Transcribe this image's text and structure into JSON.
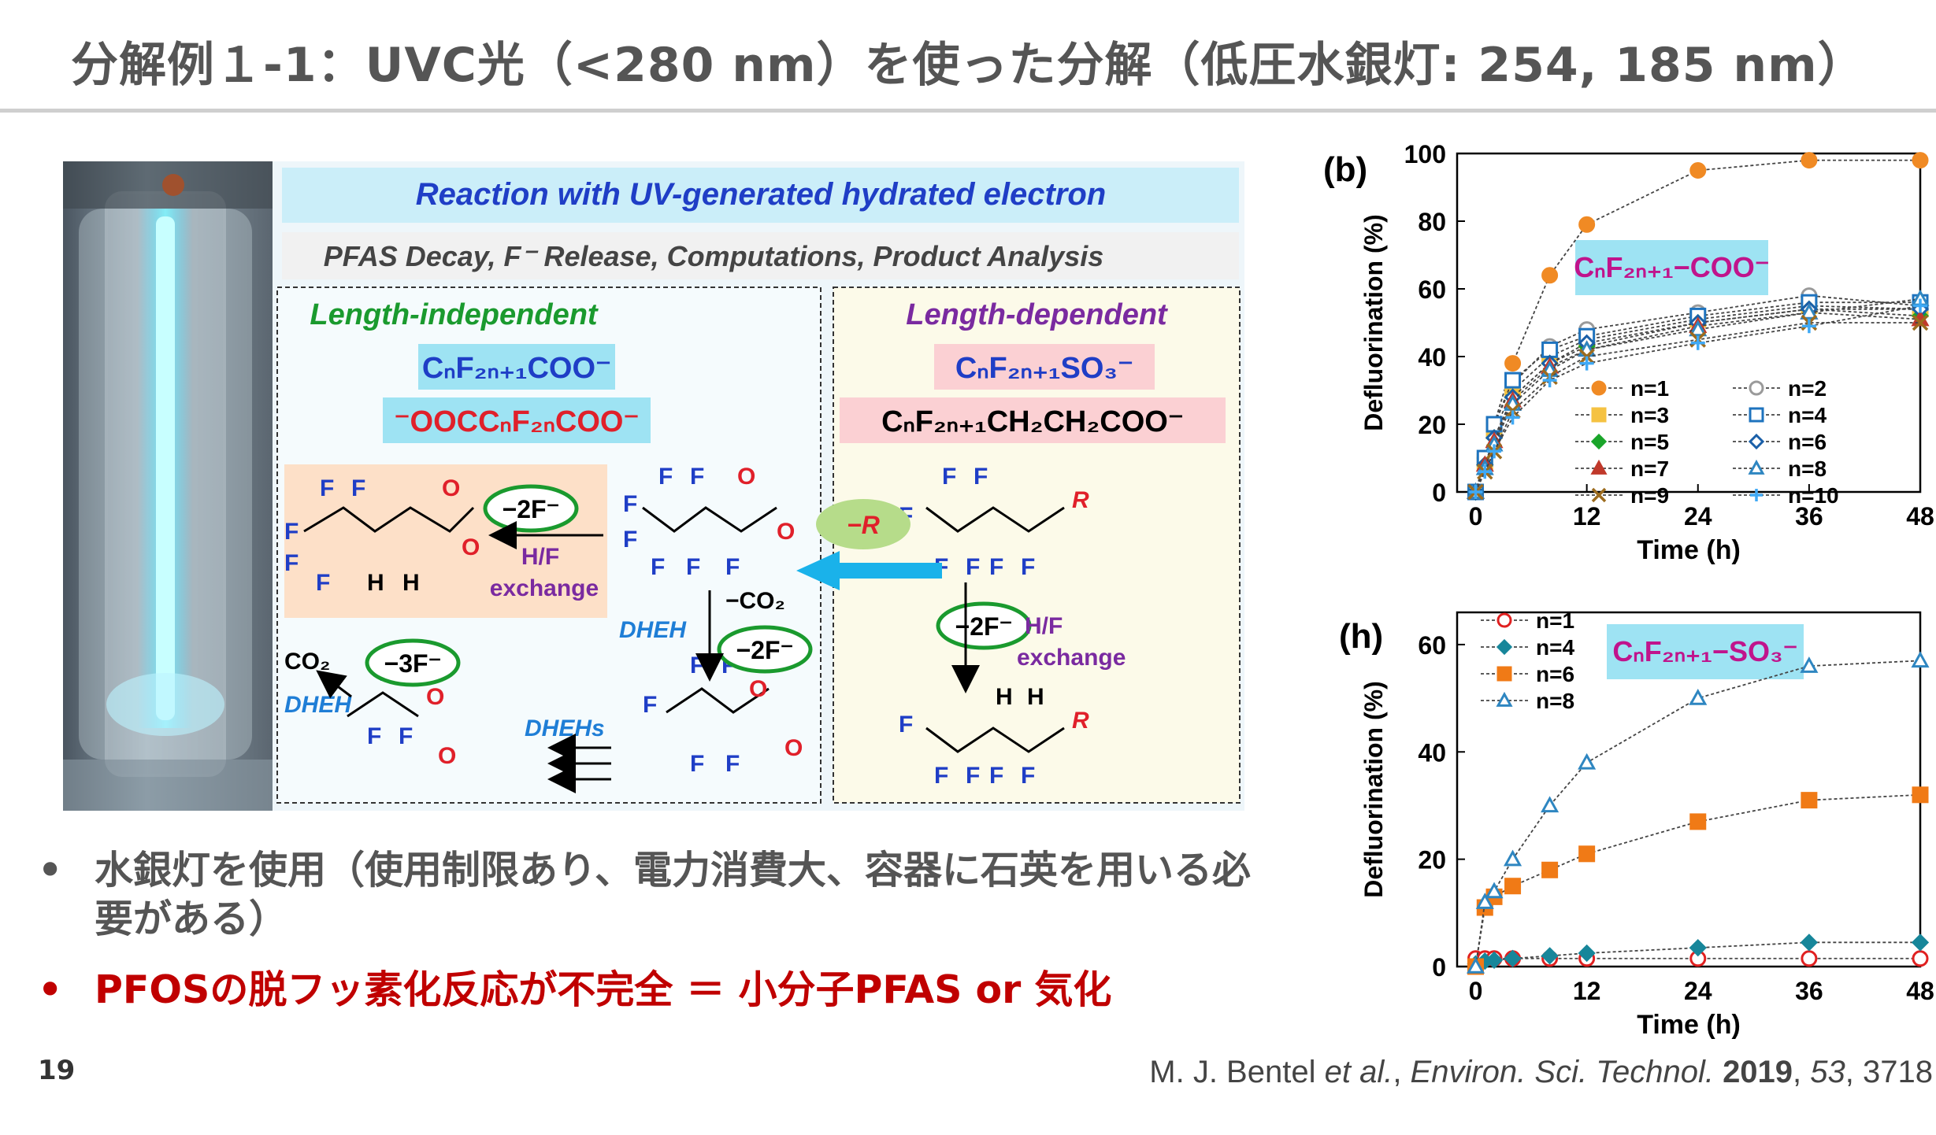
{
  "title": "分解例１-1：UVC光（<280 nm）を使った分解（低圧水銀灯: 254, 185 nm）",
  "scheme": {
    "header": "Reaction with UV-generated hydrated electron",
    "subheader": "PFAS Decay, F⁻ Release, Computations, Product Analysis",
    "left_title": "Length-independent",
    "left_formula1": "CₙF₂ₙ₊₁COO⁻",
    "left_formula2": "⁻OOCCₙF₂ₙCOO⁻",
    "right_title": "Length-dependent",
    "right_formula1": "CₙF₂ₙ₊₁SO₃⁻",
    "right_formula2": "CₙF₂ₙ₊₁CH₂CH₂COO⁻",
    "minus2f": "−2F⁻",
    "minus3f": "−3F⁻",
    "hf_exchange_1": "H/F",
    "hf_exchange_2": "exchange",
    "minus_r": "−R",
    "co2_loss": "−CO₂",
    "dheh": "DHEH",
    "dhehs": "DHEHs",
    "co2": "CO₂"
  },
  "bullets": [
    "水銀灯を使用（使用制限あり、電力消費大、容器に石英を用いる必要がある）",
    "PFOSの脱フッ素化反応が不完全 ＝ 小分子PFAS or 気化"
  ],
  "bullet_mark": "•",
  "page_number": "19",
  "citation": {
    "authors": "M. J. Bentel ",
    "etal": "et al.",
    "journal": "Environ. Sci. Technol.",
    "year": "2019",
    "volume": "53",
    "page": "3718"
  },
  "colors": {
    "accent_red": "#c00000",
    "header_blue": "#1f3ec6",
    "cyan_box": "#9ee3f3",
    "green": "#1a9a2e",
    "purple": "#7a2aa0"
  },
  "chart_data": [
    {
      "panel": "(b)",
      "type": "scatter",
      "inset_label": "CₙF₂ₙ₊₁−COO⁻",
      "xlabel": "Time (h)",
      "ylabel": "Defluorination (%)",
      "xlim": [
        -2,
        48
      ],
      "ylim": [
        0,
        100
      ],
      "xticks": [
        0,
        12,
        24,
        36,
        48
      ],
      "yticks": [
        0,
        20,
        40,
        60,
        80,
        100
      ],
      "x": [
        0,
        1,
        2,
        4,
        8,
        12,
        24,
        36,
        48
      ],
      "legend_placement": "lower-right",
      "series": [
        {
          "name": "n=1",
          "color": "#f08a24",
          "marker": "circle-filled",
          "values": [
            0,
            10,
            20,
            38,
            64,
            79,
            95,
            98,
            98
          ]
        },
        {
          "name": "n=2",
          "color": "#9a9a9a",
          "marker": "circle-open",
          "values": [
            0,
            10,
            20,
            32,
            43,
            48,
            53,
            58,
            55
          ]
        },
        {
          "name": "n=3",
          "color": "#f5c242",
          "marker": "square-filled",
          "values": [
            0,
            9,
            18,
            30,
            40,
            45,
            51,
            55,
            54
          ]
        },
        {
          "name": "n=4",
          "color": "#1e73be",
          "marker": "square-open",
          "values": [
            0,
            10,
            20,
            33,
            42,
            46,
            52,
            56,
            56
          ]
        },
        {
          "name": "n=5",
          "color": "#1aa52a",
          "marker": "diamond-filled",
          "values": [
            0,
            8,
            16,
            28,
            38,
            43,
            50,
            54,
            52
          ]
        },
        {
          "name": "n=6",
          "color": "#1a5fa8",
          "marker": "diamond-open",
          "values": [
            0,
            8,
            16,
            28,
            38,
            44,
            50,
            54,
            54
          ]
        },
        {
          "name": "n=7",
          "color": "#c0392b",
          "marker": "triangle-filled",
          "values": [
            0,
            8,
            15,
            27,
            37,
            42,
            49,
            53,
            51
          ]
        },
        {
          "name": "n=8",
          "color": "#2e86c1",
          "marker": "triangle-open",
          "values": [
            0,
            7,
            14,
            26,
            36,
            42,
            48,
            53,
            57
          ]
        },
        {
          "name": "n=9",
          "color": "#9c6b1e",
          "marker": "x",
          "values": [
            0,
            6,
            12,
            24,
            34,
            40,
            45,
            50,
            50
          ]
        },
        {
          "name": "n=10",
          "color": "#3fa9f5",
          "marker": "plus",
          "values": [
            0,
            6,
            12,
            22,
            33,
            38,
            44,
            49,
            55
          ]
        }
      ]
    },
    {
      "panel": "(h)",
      "type": "scatter",
      "inset_label": "CₙF₂ₙ₊₁−SO₃⁻",
      "xlabel": "Time (h)",
      "ylabel": "Defluorination (%)",
      "xlim": [
        -2,
        48
      ],
      "ylim": [
        0,
        66
      ],
      "xticks": [
        0,
        12,
        24,
        36,
        48
      ],
      "yticks": [
        0,
        20,
        40,
        60
      ],
      "x": [
        0,
        1,
        2,
        4,
        8,
        12,
        24,
        36,
        48
      ],
      "legend_placement": "upper-left",
      "series": [
        {
          "name": "n=1",
          "color": "#e02020",
          "marker": "circle-open",
          "values": [
            1.5,
            1.5,
            1.5,
            1.5,
            1.5,
            1.5,
            1.5,
            1.5,
            1.5
          ]
        },
        {
          "name": "n=4",
          "color": "#17869a",
          "marker": "diamond-filled",
          "values": [
            0.5,
            1,
            1.2,
            1.5,
            2,
            2.5,
            3.5,
            4.5,
            4.5
          ]
        },
        {
          "name": "n=6",
          "color": "#f07a16",
          "marker": "square-filled",
          "values": [
            0,
            11,
            13,
            15,
            18,
            21,
            27,
            31,
            32
          ]
        },
        {
          "name": "n=8",
          "color": "#2e86c1",
          "marker": "triangle-open",
          "values": [
            0,
            12,
            14,
            20,
            30,
            38,
            50,
            56,
            57
          ]
        }
      ]
    }
  ]
}
